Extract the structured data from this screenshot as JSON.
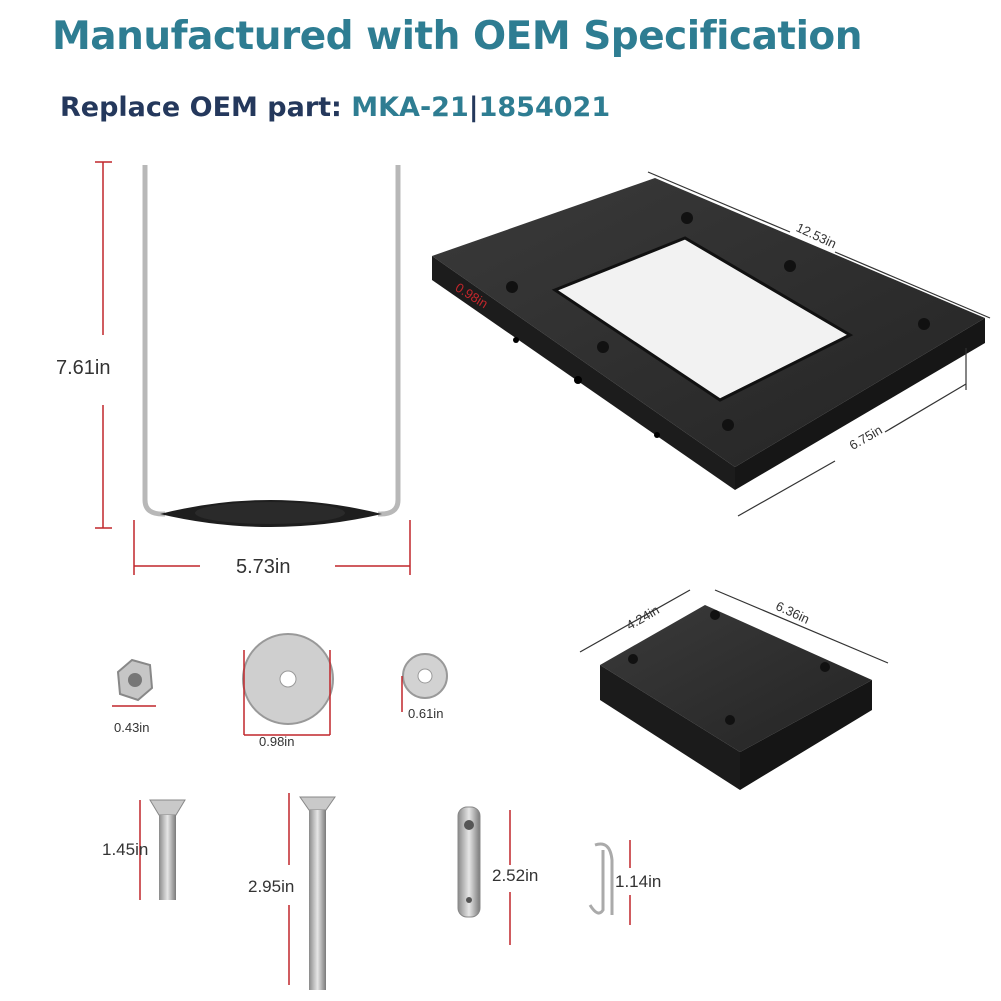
{
  "header": {
    "title": "Manufactured with OEM Specification",
    "subtitle_prefix": "Replace OEM part: ",
    "part_number_a": "MKA-21",
    "separator": "|",
    "part_number_b": "1854021"
  },
  "dimensions": {
    "handle_height": "7.61in",
    "handle_width": "5.73in",
    "plate_length": "12.53in",
    "plate_thickness": "0.98in",
    "plate_width": "6.75in",
    "small_plate_width": "4.24in",
    "small_plate_length": "6.36in",
    "nut": "0.43in",
    "washer_large": "0.98in",
    "washer_small": "0.61in",
    "bolt_short": "1.45in",
    "bolt_long": "2.95in",
    "pin": "2.52in",
    "clip": "1.14in"
  },
  "colors": {
    "title": "#2e7d92",
    "subtitle": "#24385c",
    "dimension_line": "#c0262b",
    "plate": "#2b2b2b"
  }
}
